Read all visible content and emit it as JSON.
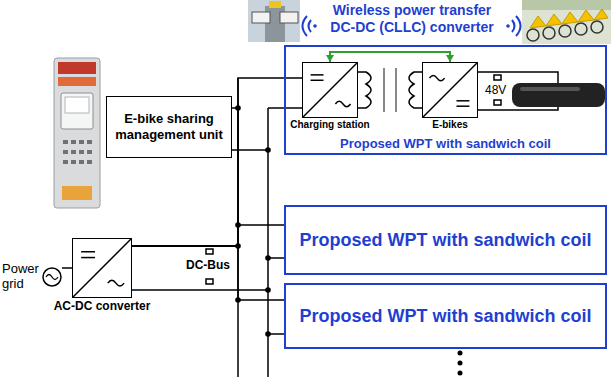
{
  "diagram": {
    "nodes": [
      {
        "text": [
          "Proposed WPT with sandwich coil"
        ]
      },
      {
        "text": [
          "Charging station"
        ],
        "in": 0
      },
      {
        "text": [
          "E-bikes"
        ],
        "in": 0
      },
      {
        "text": [
          "E-bike sharing management unit"
        ]
      },
      {
        "text": [
          "Proposed WPT with sandwich coil"
        ]
      },
      {
        "text": [
          "Power grid"
        ]
      },
      {
        "text": [
          "AC-DC converter"
        ]
      },
      {
        "text": [
          "Proposed WPT with sandwich coil"
        ]
      }
    ],
    "edges": [
      {
        "from": 5,
        "to": 6,
        "arrow": "none"
      },
      {
        "from": 6,
        "to": 3,
        "arrow": "none"
      },
      {
        "from": 6,
        "to": 1,
        "arrow": "none"
      },
      {
        "from": 6,
        "to": 4,
        "arrow": "none"
      },
      {
        "from": 6,
        "to": 7,
        "arrow": "none"
      },
      {
        "from": 1,
        "to": 2,
        "arrow": "both"
      }
    ],
    "labels": [
      "Wireless power transfer DC-DC (CLLC) converter",
      "48V",
      "DC-Bus"
    ]
  }
}
